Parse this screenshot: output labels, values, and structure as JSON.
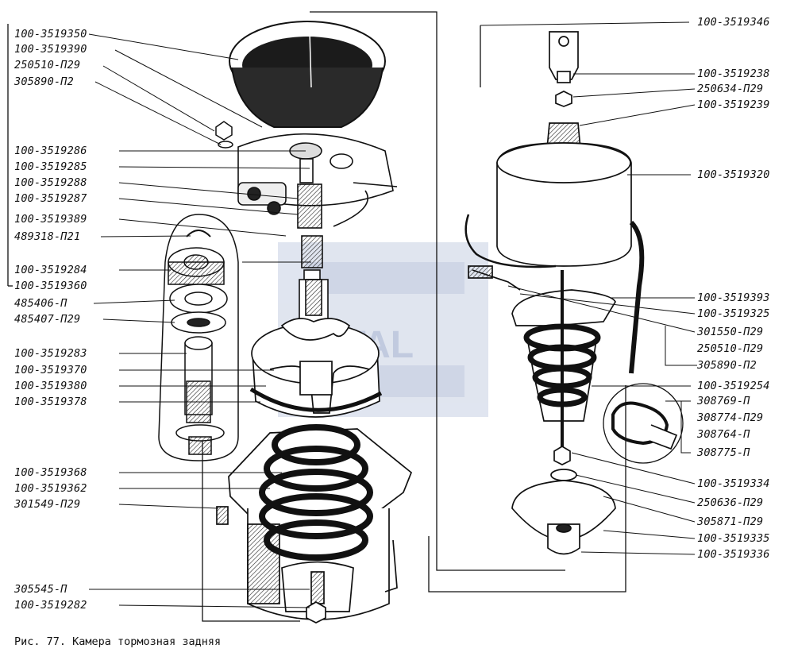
{
  "figure": {
    "caption": "Рис. 77. Камера тормозная задняя",
    "watermark": "SANTAL"
  },
  "left_labels": [
    "100-3519350",
    "100-3519390",
    "250510-П29",
    "305890-П2",
    "100-3519286",
    "100-3519285",
    "100-3519288",
    "100-3519287",
    "100-3519389",
    "489318-П21",
    "100-3519284",
    "100-3519360",
    "485406-П",
    "485407-П29",
    "100-3519283",
    "100-3519370",
    "100-3519380",
    "100-3519378",
    "100-3519368",
    "100-3519362",
    "301549-П29",
    "305545-П",
    "100-3519282"
  ],
  "right_labels": [
    "100-3519346",
    "100-3519238",
    "250634-П29",
    "100-3519239",
    "100-3519320",
    "100-3519393",
    "100-3519325",
    "301550-П29",
    "250510-П29",
    "305890-П2",
    "100-3519254",
    "308769-П",
    "308774-П29",
    "308764-П",
    "308775-П",
    "100-3519334",
    "250636-П29",
    "305871-П29",
    "100-3519335",
    "100-3519336"
  ],
  "colors": {
    "ink": "#111111",
    "watermark": "#b8c4dc"
  }
}
